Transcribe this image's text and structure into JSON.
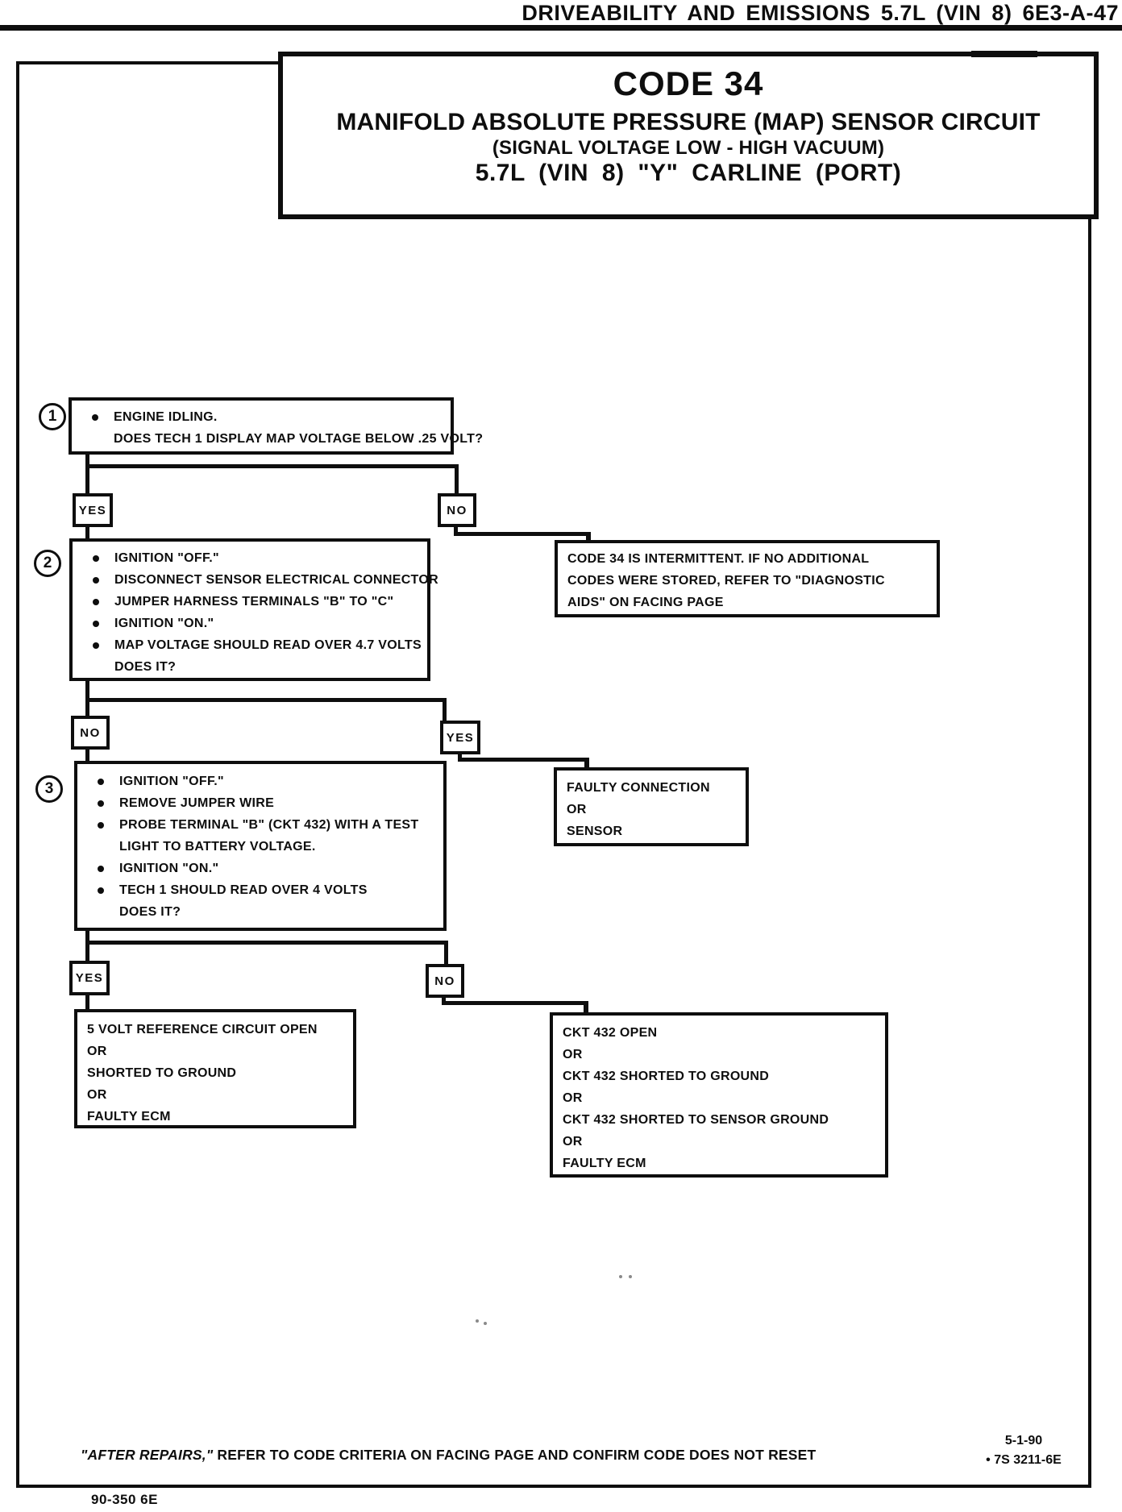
{
  "header": {
    "title": "DRIVEABILITY AND EMISSIONS 5.7L (VIN 8) 6E3-A-47"
  },
  "title_block": {
    "code": "CODE 34",
    "subtitle1": "MANIFOLD ABSOLUTE PRESSURE (MAP) SENSOR CIRCUIT",
    "subtitle2": "(SIGNAL VOLTAGE LOW - HIGH VACUUM)",
    "subtitle3": "5.7L (VIN 8) \"Y\" CARLINE (PORT)"
  },
  "flowchart": {
    "step1": {
      "number": "1",
      "items": [
        {
          "t": "ENGINE IDLING."
        },
        {
          "t": "DOES TECH 1 DISPLAY MAP VOLTAGE BELOW .25 VOLT?"
        }
      ]
    },
    "step2": {
      "number": "2",
      "items": [
        {
          "t": "IGNITION \"OFF.\""
        },
        {
          "t": "DISCONNECT SENSOR ELECTRICAL CONNECTOR"
        },
        {
          "t": "JUMPER HARNESS TERMINALS \"B\" TO \"C\""
        },
        {
          "t": "IGNITION \"ON.\""
        },
        {
          "t": "MAP VOLTAGE SHOULD READ OVER 4.7 VOLTS"
        },
        {
          "t": "DOES IT?"
        }
      ]
    },
    "step3": {
      "number": "3",
      "items": [
        {
          "t": "IGNITION \"OFF.\""
        },
        {
          "t": "REMOVE JUMPER WIRE"
        },
        {
          "t": "PROBE TERMINAL \"B\" (CKT 432) WITH A TEST"
        },
        {
          "t": "LIGHT TO BATTERY VOLTAGE."
        },
        {
          "t": "IGNITION \"ON.\""
        },
        {
          "t": "TECH 1 SHOULD READ OVER 4 VOLTS"
        },
        {
          "t": "DOES IT?"
        }
      ]
    },
    "branches": {
      "b1": {
        "left": "YES",
        "right": "NO"
      },
      "b2": {
        "left": "NO",
        "right": "YES"
      },
      "b3": {
        "left": "YES",
        "right": "NO"
      }
    },
    "outcomes": {
      "intermittent": {
        "lines": [
          "CODE 34 IS INTERMITTENT. IF NO ADDITIONAL",
          "CODES WERE STORED, REFER TO \"DIAGNOSTIC",
          "AIDS\" ON FACING PAGE"
        ]
      },
      "faulty_sensor": {
        "lines": [
          "FAULTY CONNECTION",
          "OR",
          "SENSOR"
        ]
      },
      "ref_circuit": {
        "lines": [
          "5 VOLT REFERENCE CIRCUIT OPEN",
          "OR",
          "SHORTED TO GROUND",
          "OR",
          "FAULTY ECM"
        ]
      },
      "ckt432": {
        "lines": [
          "CKT 432 OPEN",
          "OR",
          "CKT 432 SHORTED TO GROUND",
          "OR",
          "CKT 432 SHORTED TO SENSOR GROUND",
          "OR",
          "FAULTY ECM"
        ]
      }
    }
  },
  "footer": {
    "after_repairs_quote": "\"AFTER REPAIRS,\"",
    "after_repairs_text": " REFER TO CODE CRITERIA ON FACING PAGE AND CONFIRM CODE DOES NOT RESET",
    "date": "5-1-90",
    "doc_ref": "• 7S 3211-6E",
    "page_code": "90-350 6E"
  }
}
